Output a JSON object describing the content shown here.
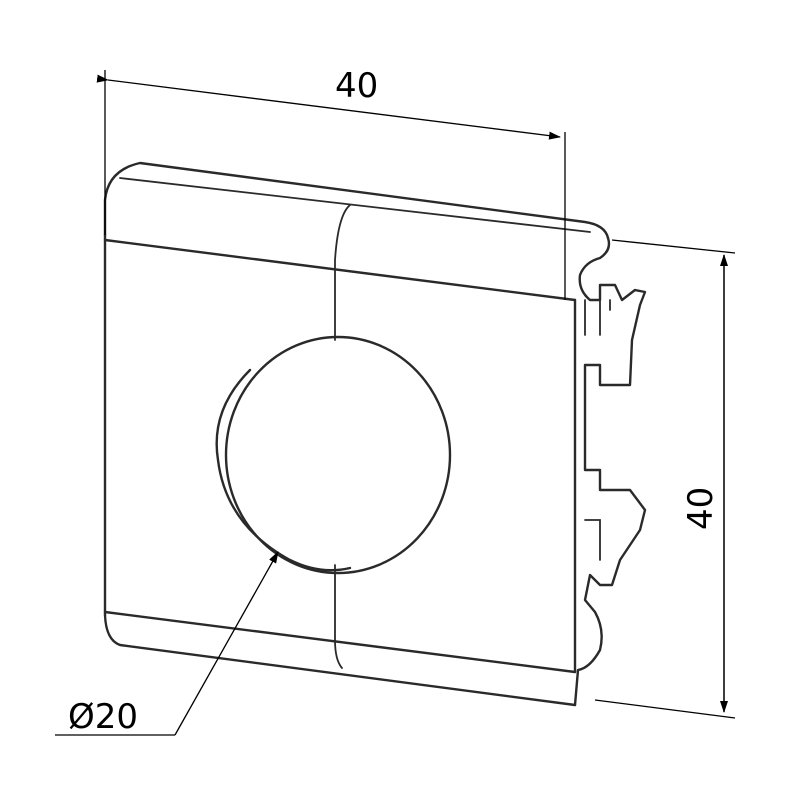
{
  "drawing": {
    "dimensions": {
      "width_label": "40",
      "height_label": "40",
      "hole_label": "Ø20"
    },
    "colors": {
      "line": "#2a2a2a",
      "background": "#ffffff"
    }
  }
}
